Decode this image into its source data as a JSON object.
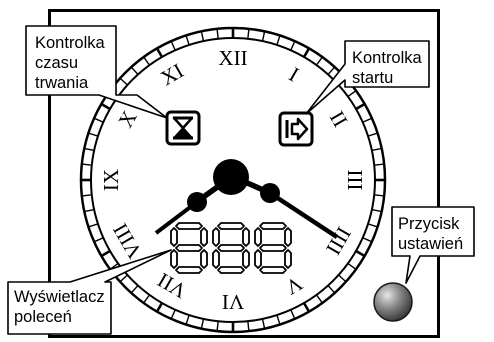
{
  "dial": {
    "numerals": [
      "XII",
      "I",
      "II",
      "III",
      "IIII",
      "V",
      "VI",
      "VII",
      "VIII",
      "IX",
      "X",
      "XI"
    ]
  },
  "display": {
    "digits": "888"
  },
  "callouts": {
    "duration": [
      "Kontrolka",
      "czasu",
      "trwania"
    ],
    "start": [
      "Kontrolka",
      "startu"
    ],
    "button": [
      "Przycisk",
      "ustawień"
    ],
    "display": [
      "Wyświetlacz",
      "poleceń"
    ]
  },
  "icons": {
    "duration": "hourglass-icon",
    "start": "start-arrow-icon"
  },
  "colors": {
    "ink": "#000000",
    "paper": "#ffffff",
    "button_light": "#d8d8d8",
    "button_dark": "#3a3a3a"
  }
}
